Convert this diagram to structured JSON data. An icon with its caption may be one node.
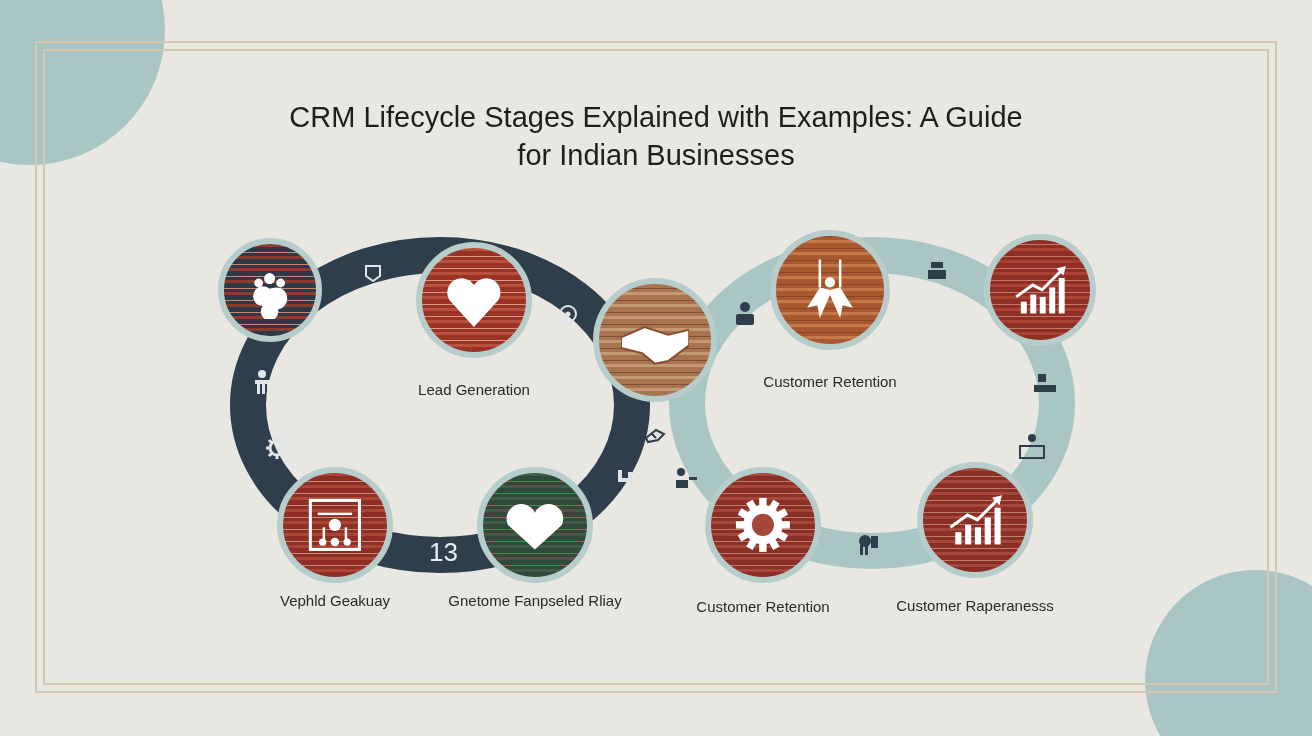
{
  "diagram": {
    "title": "CRM Lifecycle Stages Explained with Examples: A Guide for Indian Businesses",
    "nodes": [
      {
        "text": [],
        "shape": "picture"
      },
      {
        "text": [
          "Lead Generation"
        ]
      },
      {
        "text": [],
        "shape": "picture"
      },
      {
        "text": [
          "Customer Retention"
        ]
      },
      {
        "text": [],
        "shape": "picture"
      },
      {
        "text": [
          "Vephld Geakuay"
        ]
      },
      {
        "text": [
          "Gnetome Fanpseled Rliay"
        ]
      },
      {
        "text": [
          "Customer Retention"
        ]
      },
      {
        "text": [
          "Customer Raperanesss"
        ]
      }
    ],
    "labels": [
      "13"
    ]
  }
}
